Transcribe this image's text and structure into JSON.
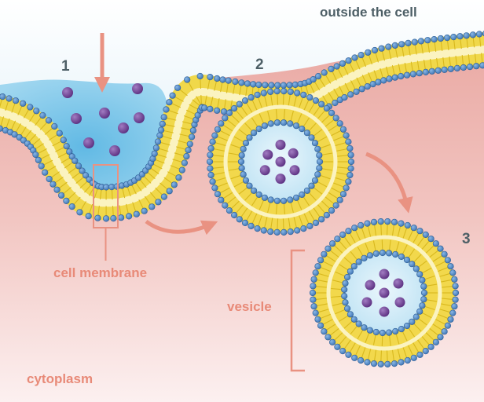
{
  "labels": {
    "outside": "outside the cell",
    "step1": "1",
    "step2": "2",
    "step3": "3",
    "cell_membrane": "cell membrane",
    "vesicle": "vesicle",
    "cytoplasm": "cytoplasm"
  },
  "colors": {
    "outside_top": "#f4fafd",
    "outside_water": "#6ec3e8",
    "cytoplasm_top": "#e9a8a2",
    "cytoplasm_bottom": "#fbeeee",
    "lipid_tail": "#ecd233",
    "lipid_core": "#fdf6c8",
    "head_blue": "#4f88c6",
    "molecule_purple": "#6a3d8f",
    "arrow_salmon": "#e99282",
    "label_dark": "#4d5f66",
    "label_salmon": "#e88a78"
  }
}
